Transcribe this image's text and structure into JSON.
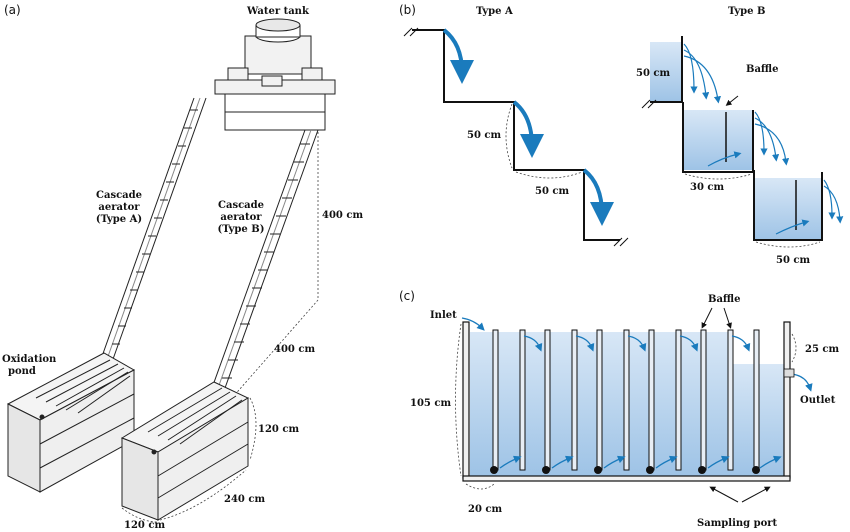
{
  "panels": {
    "a": "(a)",
    "b": "(b)",
    "c": "(c)"
  },
  "panel_a": {
    "water_tank": "Water tank",
    "cascade_a_line1": "Cascade",
    "cascade_a_line2": "aerator",
    "cascade_a_line3": "(Type A)",
    "cascade_b_line1": "Cascade",
    "cascade_b_line2": "aerator",
    "cascade_b_line3": "(Type B)",
    "oxidation_line1": "Oxidation",
    "oxidation_line2": "pond",
    "dim_400_vertical": "400 cm",
    "dim_400_slope": "400 cm",
    "dim_120_height": "120 cm",
    "dim_240": "240 cm",
    "dim_120_width": "120 cm"
  },
  "panel_b": {
    "type_a": "Type A",
    "type_b": "Type B",
    "baffle": "Baffle",
    "a_dim_rise": "50 cm",
    "a_dim_run": "50 cm",
    "b_dim_height": "50 cm",
    "b_dim_30": "30 cm",
    "b_dim_50": "50 cm"
  },
  "panel_c": {
    "inlet": "Inlet",
    "baffle": "Baffle",
    "outlet": "Outlet",
    "dim_105": "105 cm",
    "dim_25": "25 cm",
    "dim_20": "20 cm",
    "sampling_port": "Sampling port"
  },
  "colors": {
    "water": "#bcd6ee",
    "arrow": "#1a7bbd",
    "line": "#111111"
  }
}
